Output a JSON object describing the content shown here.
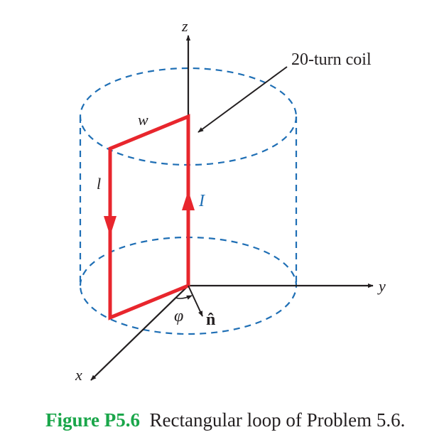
{
  "labels": {
    "z": "z",
    "y": "y",
    "x": "x",
    "coil": "20-turn coil",
    "width": "w",
    "length": "l",
    "current": "I",
    "angle": "φ",
    "normal": "n̂"
  },
  "caption": {
    "number": "Figure P5.6",
    "text": "Rectangular loop of Problem 5.6."
  },
  "colors": {
    "loop": "#e8262d",
    "cylinder": "#1f6fb5",
    "axes": "#231f20",
    "figure_number": "#1aa64a"
  }
}
